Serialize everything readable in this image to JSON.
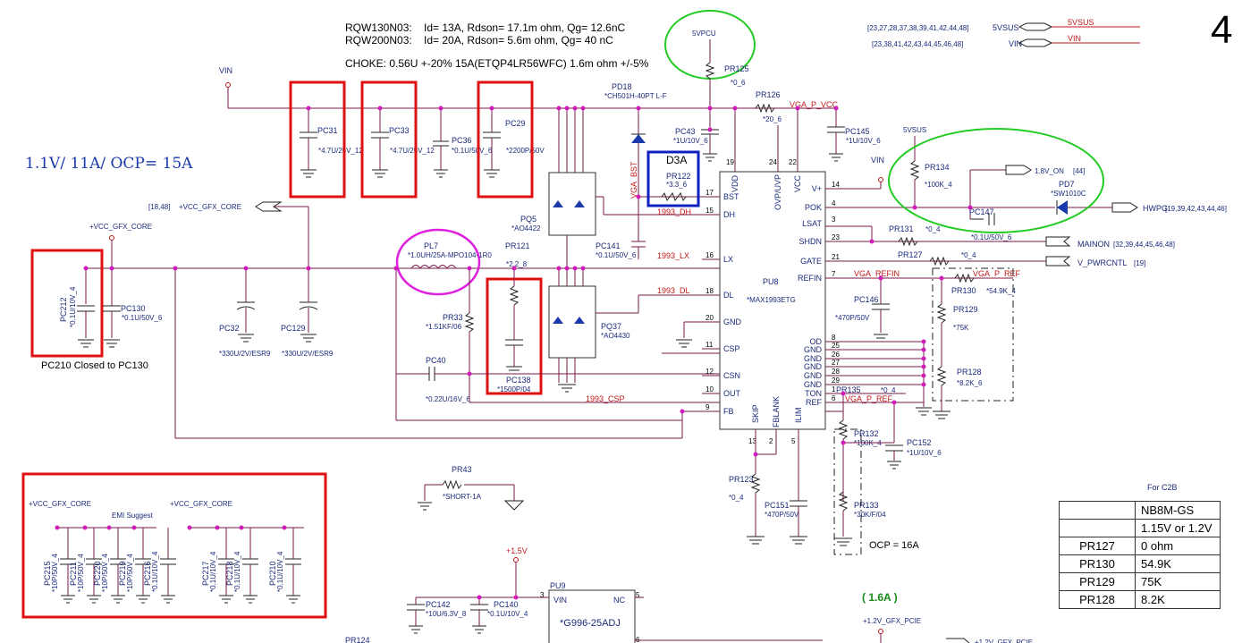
{
  "page_number": "4",
  "specs": {
    "line1": "RQW130N03:    Id= 13A, Rdson= 17.1m ohm, Qg= 12.6nC",
    "line2": "RQW200N03:    Id= 20A, Rdson= 5.6m ohm, Qg= 40 nC",
    "line3": "CHOKE: 0.56U +-20% 15A(ETQP4LR56WFC) 1.6m ohm +/-5%"
  },
  "rail_title": "1.1V/ 11A/ OCP= 15A",
  "nets": {
    "vin": "VIN",
    "vcc_gfx_core": "+VCC_GFX_CORE",
    "vcc_gfx_core_ref": "[18,48]",
    "v5pcu": "5VPCU",
    "v5vsus": "5VSUS",
    "v5vsus_ref": "[23,27,28,37,38,39,41,42,44,48]",
    "vin_ref": "[23,38,41,42,43,44,45,46,48]",
    "vga_p_vcc": "VGA_P_VCC",
    "vga_bst": "VGA_BST",
    "dh": "1993_DH",
    "lx": "1993_LX",
    "dl": "1993_DL",
    "csp": "1993_CSP",
    "vga_refin": "VGA_REFIN",
    "vga_p_ref": "VGA_P_REF",
    "v18_on": "1.8V_ON",
    "v18_on_ref": "[44]",
    "hwpg": "HWPG",
    "hwpg_ref": "[19,39,42,43,44,46]",
    "mainon": "MAINON",
    "mainon_ref": "[32,39,44,45,46,48]",
    "v_pwrcntl": "V_PWRCNTL",
    "v_pwrcntl_ref": "[19]",
    "p15v": "+1.5V",
    "p12v_gfx_pcie": "+1.2V_GFX_PCIE",
    "emi": "EMI Suggest"
  },
  "components": {
    "pc31": {
      "ref": "PC31",
      "val": "*4.7U/25V_12"
    },
    "pc33": {
      "ref": "PC33",
      "val": "*4.7U/25V_12"
    },
    "pc36": {
      "ref": "PC36",
      "val": "*0.1U/50V_6"
    },
    "pc29": {
      "ref": "PC29",
      "val": "*2200P/50V"
    },
    "pd18": {
      "ref": "PD18",
      "val": "*CH501H-40PT L-F"
    },
    "pr125": {
      "ref": "PR125",
      "val": "*0_6"
    },
    "pr126": {
      "ref": "PR126",
      "val": "*20_6"
    },
    "pc43": {
      "ref": "PC43",
      "val": "*1U/10V_6"
    },
    "pc145": {
      "ref": "PC145",
      "val": "*1U/10V_6"
    },
    "pr122": {
      "ref": "PR122",
      "val": "*3.3_6"
    },
    "d3a": "D3A",
    "pq5": {
      "ref": "PQ5",
      "val": "*AO4422"
    },
    "pq37": {
      "ref": "PQ37",
      "val": "*AO4430"
    },
    "pc141": {
      "ref": "PC141",
      "val": "*0.1U/50V_6"
    },
    "pl7": {
      "ref": "PL7",
      "val": "*1.0UH/25A-MPO104-1R0"
    },
    "pr121": {
      "ref": "PR121",
      "val": "*2.2_8"
    },
    "pr33": {
      "ref": "PR33",
      "val": "*1.51KF/06"
    },
    "pc40": {
      "ref": "PC40",
      "val": "*0.22U/16V_6"
    },
    "pc138": {
      "ref": "PC138",
      "val": "*1500P/04"
    },
    "pc212": {
      "ref": "PC212",
      "val": "*0.1U/10V_4"
    },
    "pc130": {
      "ref": "PC130",
      "val": "*0.1U/50V_6"
    },
    "pc32": {
      "ref": "PC32",
      "val": "*330U/2V/ESR9"
    },
    "pc129": {
      "ref": "PC129",
      "val": "*330U/2V/ESR9"
    },
    "pc210_note": "PC210 Closed to PC130",
    "pu8": {
      "ref": "PU8",
      "val": "*MAX1993ETG"
    },
    "pr134": {
      "ref": "PR134",
      "val": "*100K_4"
    },
    "pd7": {
      "ref": "PD7",
      "val": "*SW1010C"
    },
    "pc147": {
      "ref": "PC147",
      "val": "*0.1U/50V_6"
    },
    "pr131": {
      "ref": "PR131",
      "val": "*0_4"
    },
    "pr127": {
      "ref": "PR127",
      "val": "*0_4"
    },
    "pr130": {
      "ref": "PR130",
      "val": "*54.9K_4"
    },
    "pc146": {
      "ref": "PC146",
      "val": "*470P/50V"
    },
    "pr129": {
      "ref": "PR129",
      "val": "*75K"
    },
    "pr128": {
      "ref": "PR128",
      "val": "*8.2K_6"
    },
    "pr135": {
      "ref": "PR135",
      "val": "*0_4"
    },
    "pr132": {
      "ref": "PR132",
      "val": "*100K_4"
    },
    "pc152": {
      "ref": "PC152",
      "val": "*1U/10V_6"
    },
    "pr123": {
      "ref": "PR123",
      "val": "*0_4"
    },
    "pc151": {
      "ref": "PC151",
      "val": "*470P/50V"
    },
    "pr133": {
      "ref": "PR133",
      "val": "*30K/F/04"
    },
    "ocp": "OCP = 16A",
    "pr43": {
      "ref": "PR43",
      "val": "*SHORT-1A"
    },
    "pc215": {
      "ref": "PC215",
      "val": "*10P/50V_4"
    },
    "pc211": {
      "ref": "PC211",
      "val": "*10P/50V_4"
    },
    "pc220": {
      "ref": "PC220",
      "val": "*10P/50V_4"
    },
    "pc219": {
      "ref": "PC219",
      "val": "*10P/50V_4"
    },
    "pc216": {
      "ref": "PC216",
      "val": "*0.1U/10V_4"
    },
    "pc217": {
      "ref": "PC217",
      "val": "*0.1U/10V_4"
    },
    "pc218": {
      "ref": "PC218",
      "val": "*0.1U/10V_4"
    },
    "pc210": {
      "ref": "PC210",
      "val": "*0.1U/10V_4"
    },
    "pc142": {
      "ref": "PC142",
      "val": "*10U/6.3V_8"
    },
    "pc140": {
      "ref": "PC140",
      "val": "*0.1U/10V_4"
    },
    "pu9": {
      "ref": "PU9",
      "val": "*G996-25ADJ"
    },
    "pu9_vin": "VIN",
    "pu9_nc": "NC",
    "current_16a": "( 1.6A )",
    "pr124_partial": "PR124"
  },
  "ic_pins_left": [
    {
      "num": "17",
      "name": "BST"
    },
    {
      "num": "15",
      "name": "DH"
    },
    {
      "num": "16",
      "name": "LX"
    },
    {
      "num": "18",
      "name": "DL"
    },
    {
      "num": "20",
      "name": "GND"
    },
    {
      "num": "11",
      "name": "CSP"
    },
    {
      "num": "12",
      "name": "CSN"
    },
    {
      "num": "10",
      "name": "OUT"
    },
    {
      "num": "9",
      "name": "FB"
    }
  ],
  "ic_pins_top": [
    {
      "num": "19",
      "name": "VDD"
    },
    {
      "num": "24",
      "name": "OVP/UVP"
    },
    {
      "num": "22",
      "name": "VCC"
    }
  ],
  "ic_pins_right": [
    {
      "num": "14",
      "name": "V+"
    },
    {
      "num": "4",
      "name": "POK"
    },
    {
      "num": "3",
      "name": "LSAT"
    },
    {
      "num": "23",
      "name": "SHDN"
    },
    {
      "num": "21",
      "name": "GATE"
    },
    {
      "num": "7",
      "name": "REFIN"
    },
    {
      "num": "8",
      "name": "OD"
    },
    {
      "num": "25",
      "name": "GND"
    },
    {
      "num": "26",
      "name": "GND"
    },
    {
      "num": "27",
      "name": "GND"
    },
    {
      "num": "28",
      "name": "GND"
    },
    {
      "num": "29",
      "name": "GND"
    },
    {
      "num": "1",
      "name": "TON"
    },
    {
      "num": "6",
      "name": "REF"
    }
  ],
  "ic_pins_bottom": [
    {
      "num": "13",
      "name": "SKIP"
    },
    {
      "num": "2",
      "name": "FBLANK"
    },
    {
      "num": "5",
      "name": "ILIM"
    }
  ],
  "table": {
    "caption": "For C2B",
    "model": "NB8M-GS",
    "voltage": "1.15V or 1.2V",
    "rows": [
      {
        "ref": "PR127",
        "val": "0 ohm"
      },
      {
        "ref": "PR130",
        "val": "54.9K"
      },
      {
        "ref": "PR129",
        "val": "75K"
      },
      {
        "ref": "PR128",
        "val": "8.2K"
      }
    ]
  }
}
